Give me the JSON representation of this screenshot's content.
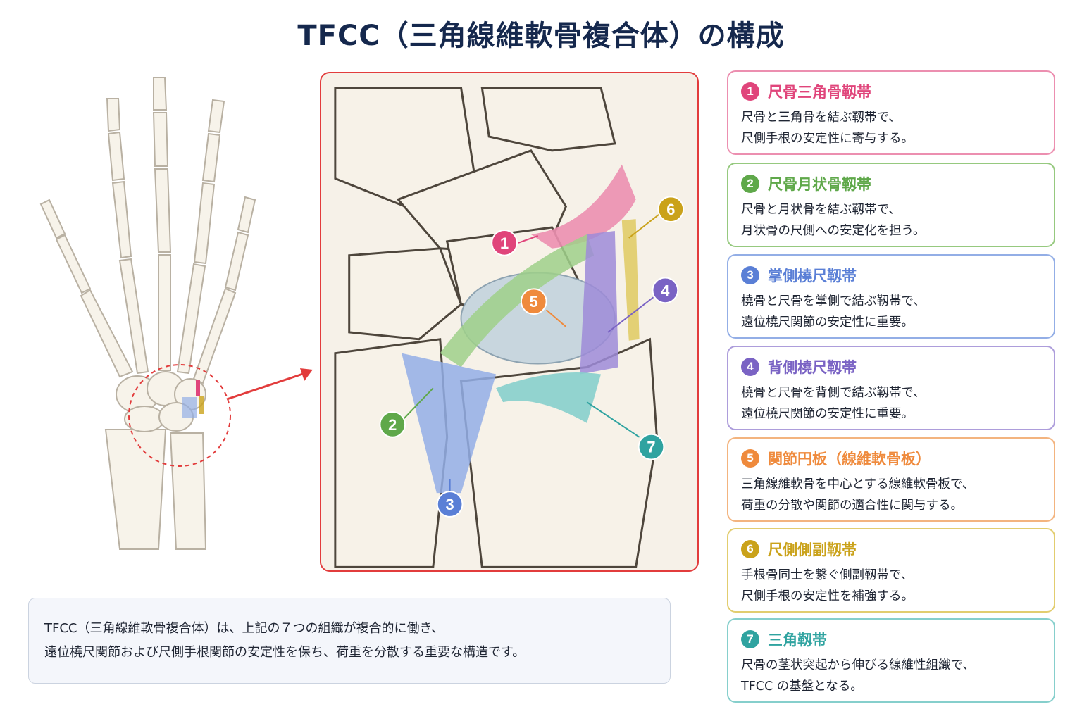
{
  "title": "TFCC（三角線維軟骨複合体）の構成",
  "colors": {
    "title": "#15284d",
    "frame_red": "#e23c3c",
    "c1": "#e0457b",
    "c2": "#5fa84a",
    "c3": "#5a7fd6",
    "c4": "#7a63c4",
    "c5": "#ef8a3c",
    "c6": "#caa21a",
    "c7": "#2fa3a0"
  },
  "callouts": [
    "1",
    "2",
    "3",
    "4",
    "5",
    "6",
    "7"
  ],
  "legend": [
    {
      "num": "1",
      "title": "尺骨三角骨靱帯",
      "desc": "尺骨と三角骨を結ぶ靱帯で、\n尺側手根の安定性に寄与する。",
      "color": "#e0457b",
      "border": "#ec8fb0"
    },
    {
      "num": "2",
      "title": "尺骨月状骨靱帯",
      "desc": "尺骨と月状骨を結ぶ靱帯で、\n月状骨の尺側への安定化を担う。",
      "color": "#5fa84a",
      "border": "#96c97f"
    },
    {
      "num": "3",
      "title": "掌側橈尺靱帯",
      "desc": "橈骨と尺骨を掌側で結ぶ靱帯で、\n遠位橈尺関節の安定性に重要。",
      "color": "#5a7fd6",
      "border": "#93aee6"
    },
    {
      "num": "4",
      "title": "背側橈尺靱帯",
      "desc": "橈骨と尺骨を背側で結ぶ靱帯で、\n遠位橈尺関節の安定性に重要。",
      "color": "#7a63c4",
      "border": "#ad9ddb"
    },
    {
      "num": "5",
      "title": "関節円板（線維軟骨板）",
      "desc": "三角線維軟骨を中心とする線維軟骨板で、\n荷重の分散や関節の適合性に関与する。",
      "color": "#ef8a3c",
      "border": "#f3b47f"
    },
    {
      "num": "6",
      "title": "尺側側副靱帯",
      "desc": "手根骨同士を繋ぐ側副靱帯で、\n尺側手根の安定性を補強する。",
      "color": "#caa21a",
      "border": "#e2cd6f"
    },
    {
      "num": "7",
      "title": "三角靱帯",
      "desc": "尺骨の茎状突起から伸びる線維性組織で、\nTFCC の基盤となる。",
      "color": "#2fa3a0",
      "border": "#86cfcc"
    }
  ],
  "summary": "TFCC（三角線維軟骨複合体）は、上記の７つの組織が複合的に働き、\n遠位橈尺関節および尺側手根関節の安定性を保ち、荷重を分散する重要な構造です。"
}
